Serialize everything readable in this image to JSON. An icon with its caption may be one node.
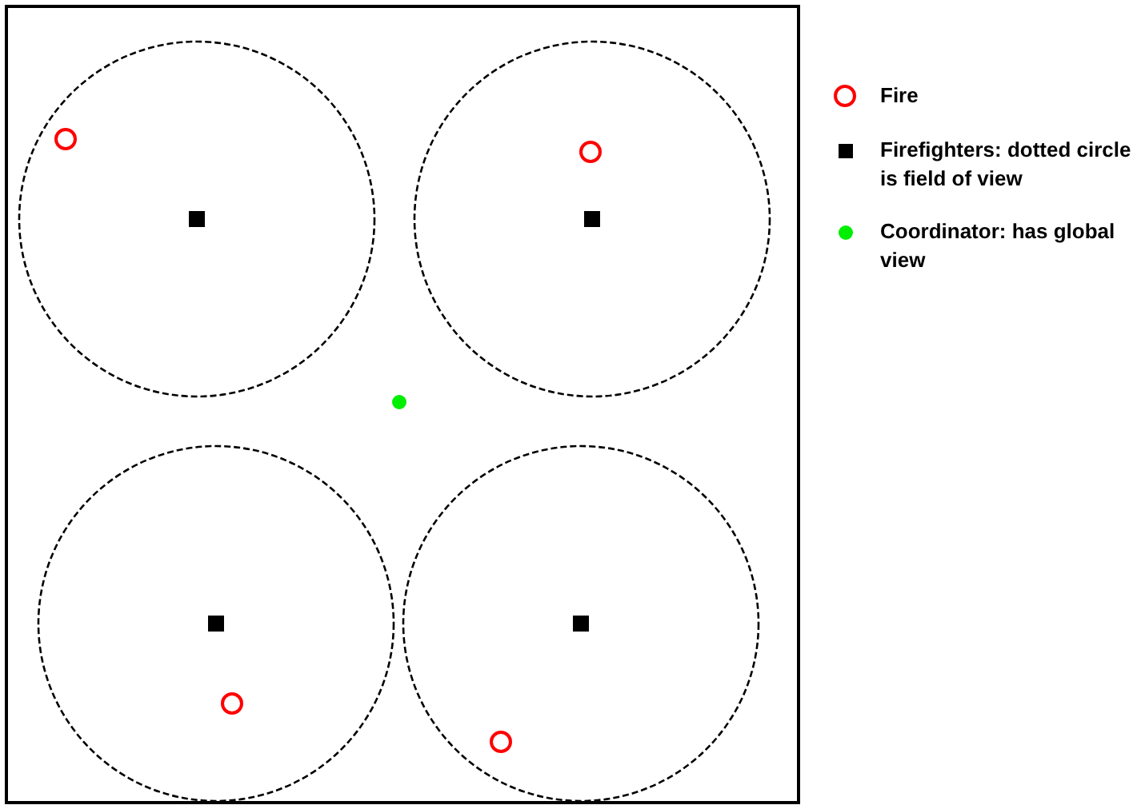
{
  "diagram": {
    "nodes": [
      {
        "text": [],
        "shape": "box"
      },
      {
        "text": [],
        "shape": "circle",
        "in": 0
      },
      {
        "text": [],
        "shape": "circle",
        "in": 1
      },
      {
        "text": [],
        "shape": "box",
        "in": 1
      },
      {
        "text": [],
        "shape": "circle",
        "in": 0
      },
      {
        "text": [],
        "shape": "circle",
        "in": 4
      },
      {
        "text": [],
        "shape": "box",
        "in": 4
      },
      {
        "text": [],
        "shape": "circle",
        "in": 0
      },
      {
        "text": [],
        "shape": "circle",
        "in": 0
      },
      {
        "text": [],
        "shape": "box",
        "in": 8
      },
      {
        "text": [],
        "shape": "circle",
        "in": 8
      },
      {
        "text": [],
        "shape": "circle",
        "in": 0
      },
      {
        "text": [],
        "shape": "box",
        "in": 11
      },
      {
        "text": [],
        "shape": "circle",
        "in": 11
      }
    ],
    "legend": [
      {
        "text": "Fire",
        "color": "#ff0000"
      },
      {
        "text": "Firefighters: dotted circle is field of view",
        "color": "#000000"
      },
      {
        "text": "Coordinator: has global view",
        "color": "#00ee00"
      }
    ]
  }
}
